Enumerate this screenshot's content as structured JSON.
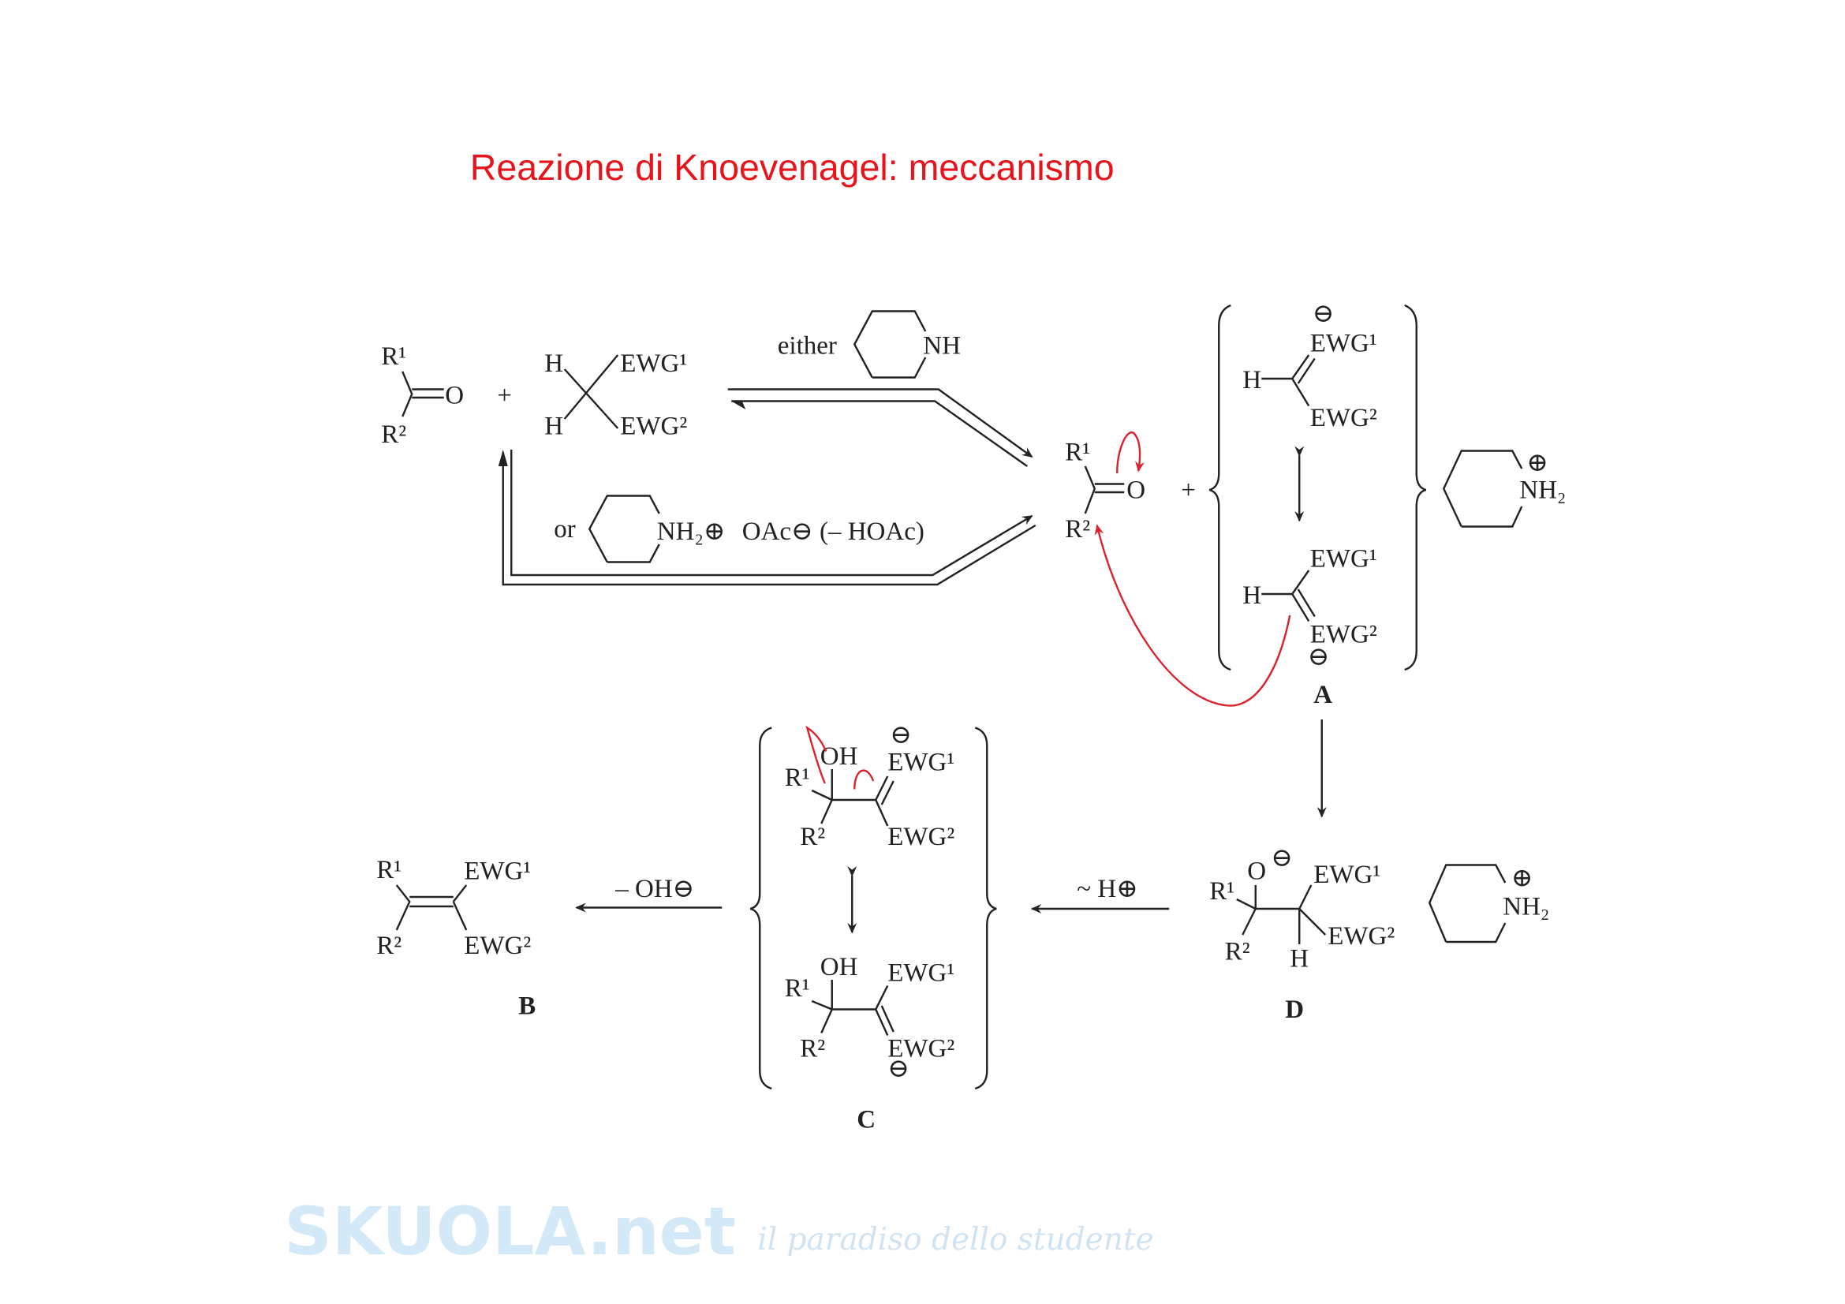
{
  "title": "Reazione di Knoevenagel: meccanismo",
  "watermark": {
    "brand": "SKUOLA.net",
    "tagline": "il paradiso dello studente"
  },
  "colors": {
    "title": "#e8141b",
    "electron_arrows": "#d9232e",
    "watermark": "#d3e9f7"
  },
  "reactants": {
    "carbonyl": {
      "r1": "R¹",
      "r2": "R²",
      "o": "O"
    },
    "plus": "+",
    "methylene": {
      "h1": "H",
      "h2": "H",
      "ewg1": "EWG¹",
      "ewg2": "EWG²"
    }
  },
  "catalysts": {
    "either": "either",
    "piperidine": "NH",
    "or": "or",
    "piperidinium": "NH₂⊕",
    "acetate": "OAc⊖ (– HOAc)"
  },
  "intermediate_A": {
    "carbonyl": {
      "r1": "R¹",
      "r2": "R²",
      "o": "O"
    },
    "plus": "+",
    "resonance_top": {
      "charge": "⊖",
      "ewg1": "EWG¹",
      "h": "H",
      "ewg2": "EWG²"
    },
    "resonance_bottom": {
      "ewg1": "EWG¹",
      "h": "H",
      "ewg2": "EWG²",
      "charge": "⊖"
    },
    "counterion": "NH₂",
    "counterion_charge": "⊕",
    "label": "A"
  },
  "intermediate_D": {
    "r1": "R¹",
    "o": "O",
    "charge": "⊖",
    "ewg1": "EWG¹",
    "r2": "R²",
    "h": "H",
    "ewg2": "EWG²",
    "counterion": "NH₂",
    "counterion_charge": "⊕",
    "label": "D"
  },
  "step_D_to_C": "~ H⊕",
  "intermediate_C": {
    "top": {
      "r1": "R¹",
      "oh": "OH",
      "charge": "⊖",
      "ewg1": "EWG¹",
      "r2": "R²",
      "ewg2": "EWG²"
    },
    "bottom": {
      "r1": "R¹",
      "oh": "OH",
      "ewg1": "EWG¹",
      "r2": "R²",
      "ewg2": "EWG²",
      "charge": "⊖"
    },
    "label": "C"
  },
  "step_C_to_B": "– OH⊖",
  "product_B": {
    "r1": "R¹",
    "ewg1": "EWG¹",
    "r2": "R²",
    "ewg2": "EWG²",
    "label": "B"
  }
}
